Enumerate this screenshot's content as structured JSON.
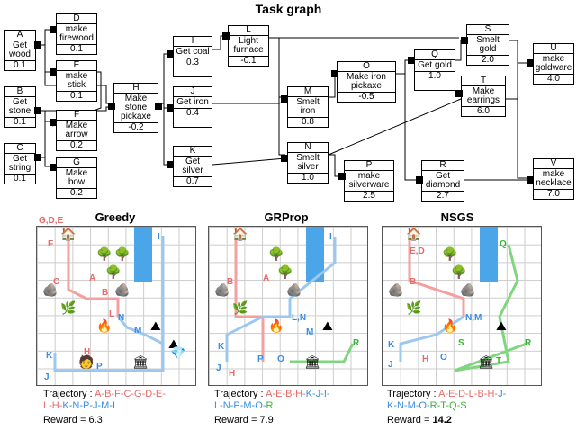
{
  "graph": {
    "title": "Task graph",
    "nodes": [
      {
        "id": "A",
        "label": "Get wood",
        "val": "0.1"
      },
      {
        "id": "B",
        "label": "Get stone",
        "val": "0.1"
      },
      {
        "id": "C",
        "label": "Get string",
        "val": "0.1"
      },
      {
        "id": "D",
        "label": "make firewood",
        "val": "0.1"
      },
      {
        "id": "E",
        "label": "make stick",
        "val": "0.1"
      },
      {
        "id": "F",
        "label": "Make arrow",
        "val": "0.2"
      },
      {
        "id": "G",
        "label": "Make bow",
        "val": "0.2"
      },
      {
        "id": "H",
        "label": "Make stone pickaxe",
        "val": "-0.2"
      },
      {
        "id": "I",
        "label": "Get coal",
        "val": "0.3"
      },
      {
        "id": "J",
        "label": "Get iron",
        "val": "0.4"
      },
      {
        "id": "K",
        "label": "Get silver",
        "val": "0.7"
      },
      {
        "id": "L",
        "label": "Light furnace",
        "val": "-0.1"
      },
      {
        "id": "M",
        "label": "Smelt iron",
        "val": "0.8"
      },
      {
        "id": "N",
        "label": "Smelt silver",
        "val": "1.0"
      },
      {
        "id": "O",
        "label": "Make iron pickaxe",
        "val": "-0.5"
      },
      {
        "id": "P",
        "label": "make silverware",
        "val": "2.5"
      },
      {
        "id": "Q",
        "label": "Get gold",
        "val": "1.0"
      },
      {
        "id": "R",
        "label": "Get diamond",
        "val": "2.7"
      },
      {
        "id": "S",
        "label": "Smelt gold",
        "val": "2.0"
      },
      {
        "id": "T",
        "label": "Make earrings",
        "val": "6.0"
      },
      {
        "id": "U",
        "label": "make goldware",
        "val": "4.0"
      },
      {
        "id": "V",
        "label": "make necklace",
        "val": "7.0"
      }
    ]
  },
  "panels": [
    {
      "title": "Greedy",
      "traj_prefix": "Trajectory : ",
      "line1_red": "A-B-F-C-G-D-E-",
      "line1_blue": "",
      "line2_red": "L-H-",
      "line2_blue": "K-N-P-J-M-I",
      "line2_green": "",
      "reward_label": "Reward = ",
      "reward": "6.3"
    },
    {
      "title": "GRProp",
      "traj_prefix": "Trajectory : ",
      "line1_red": "A-E-B-H-",
      "line1_blue": "K-J-I-",
      "line2_red": "",
      "line2_blue": "L-N-P-M-O-",
      "line2_green": "R",
      "reward_label": "Reward = ",
      "reward": "7.9"
    },
    {
      "title": "NSGS",
      "traj_prefix": "Trajectory : ",
      "line1_red": "A-E-D-L-B-H-",
      "line1_blue": "J-",
      "line2_red": "",
      "line2_blue": "K-N-M-O-",
      "line2_green": "R-T-Q-S",
      "reward_label": "Reward = ",
      "reward": "14.2"
    }
  ],
  "map_labels": {
    "greedy": [
      "G,D,E",
      "F",
      "C",
      "A",
      "B",
      "L",
      "I",
      "N",
      "M",
      "H",
      "K",
      "J",
      "P"
    ],
    "grprop": [
      "B",
      "A",
      "I",
      "L,N",
      "M",
      "K",
      "J",
      "H",
      "P",
      "O",
      "R"
    ],
    "nsgs": [
      "E,D",
      "B",
      "Q",
      "N,M",
      "S",
      "K",
      "J",
      "H",
      "O",
      "T",
      "R"
    ]
  }
}
